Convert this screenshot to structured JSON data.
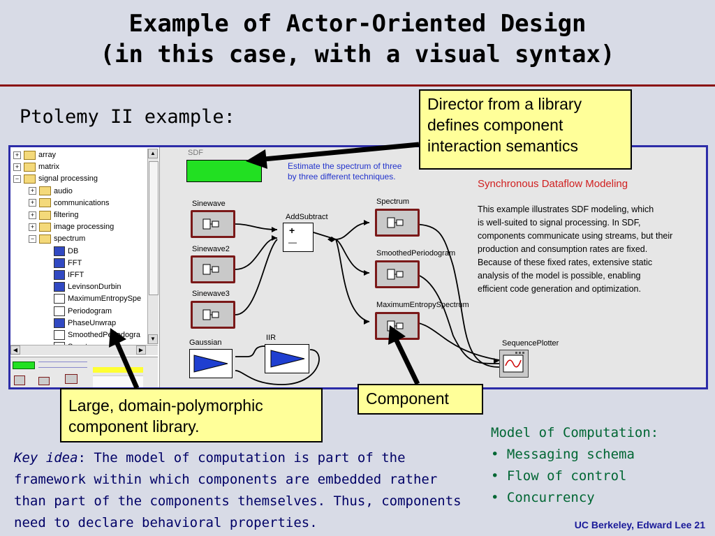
{
  "slide": {
    "title_line1": "Example of Actor-Oriented Design",
    "title_line2": "(in this case, with a visual syntax)",
    "subtitle": "Ptolemy II example:",
    "footer": "UC Berkeley, Edward Lee  21"
  },
  "callouts": {
    "director": "Director from a library defines component interaction semantics",
    "library": "Large, domain-polymorphic component library.",
    "component": "Component"
  },
  "tree": {
    "items": [
      {
        "label": "array",
        "expander": "+",
        "kind": "folder"
      },
      {
        "label": "matrix",
        "expander": "+",
        "kind": "folder"
      },
      {
        "label": "signal processing",
        "expander": "−",
        "kind": "folder"
      },
      {
        "label": "audio",
        "expander": "+",
        "kind": "folder"
      },
      {
        "label": "communications",
        "expander": "+",
        "kind": "folder"
      },
      {
        "label": "filtering",
        "expander": "+",
        "kind": "folder"
      },
      {
        "label": "image processing",
        "expander": "+",
        "kind": "folder"
      },
      {
        "label": "spectrum",
        "expander": "−",
        "kind": "folder"
      },
      {
        "label": "DB",
        "kind": "blue"
      },
      {
        "label": "FFT",
        "kind": "blue"
      },
      {
        "label": "IFFT",
        "kind": "blue"
      },
      {
        "label": "LevinsonDurbin",
        "kind": "blue"
      },
      {
        "label": "MaximumEntropySpe",
        "kind": "composite"
      },
      {
        "label": "Periodogram",
        "kind": "composite"
      },
      {
        "label": "PhaseUnwrap",
        "kind": "blue"
      },
      {
        "label": "SmoothedPeriodogra",
        "kind": "composite"
      },
      {
        "label": "Spectrum",
        "kind": "composite"
      }
    ]
  },
  "canvas": {
    "director_label": "SDF",
    "estimate_text_line1": "Estimate the spectrum of three",
    "estimate_text_line2": "by three different techniques.",
    "model_title": "Synchronous Dataflow Modeling",
    "description_lines": [
      "This example illustrates SDF modeling, which",
      "is well-suited to signal processing. In SDF,",
      "components communicate using streams, but their",
      "production and consumption rates are fixed.",
      "Because of these fixed rates, extensive static",
      "analysis of the model is possible, enabling",
      "efficient code generation and optimization."
    ],
    "actors": {
      "sinewave": "Sinewave",
      "sinewave2": "Sinewave2",
      "sinewave3": "Sinewave3",
      "gaussian": "Gaussian",
      "iir": "IIR",
      "addsubtract": "AddSubtract",
      "spectrum": "Spectrum",
      "smoothed": "SmoothedPeriodogram",
      "maxentropy": "MaximumEntropySpectrum",
      "plotter": "SequencePlotter"
    },
    "plus": "+",
    "minus": "—"
  },
  "key_idea": {
    "lead": "Key idea",
    "text": ": The model of computation is part of the framework within which components are embedded rather than part of the components themselves. Thus, components need to declare behavioral properties."
  },
  "moc": {
    "heading": "Model of Computation:",
    "items": [
      "• Messaging schema",
      "• Flow of control",
      "• Concurrency"
    ]
  },
  "colors": {
    "rule": "#8b1010",
    "frame": "#2c2ca8",
    "callout_bg": "#ffff99",
    "moc_text": "#006633",
    "key_text": "#000066",
    "director_green": "#22e022",
    "actor_border": "#7a1818"
  }
}
